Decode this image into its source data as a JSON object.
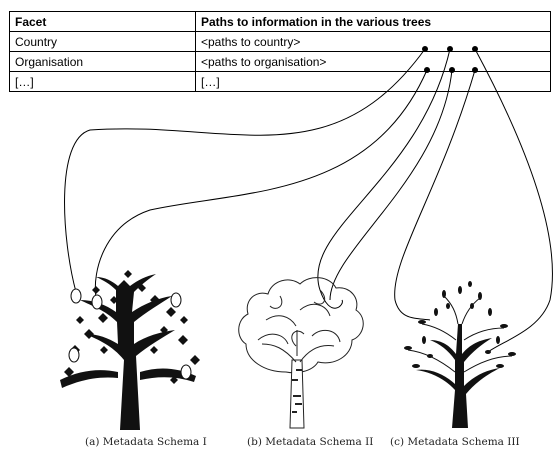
{
  "table": {
    "headers": [
      "Facet",
      "Paths to information in the various trees"
    ],
    "rows": [
      [
        "Country",
        "<paths to country>"
      ],
      [
        "Organisation",
        "<paths to organisation>"
      ],
      [
        "[…]",
        "[…]"
      ]
    ]
  },
  "captions": {
    "schema1": "(a) Metadata Schema I",
    "schema2": "(b) Metadata Schema II",
    "schema3": "(c) Metadata Schema III"
  },
  "colors": {
    "line": "#000000",
    "table_border": "#000000",
    "caption": "#222222"
  }
}
